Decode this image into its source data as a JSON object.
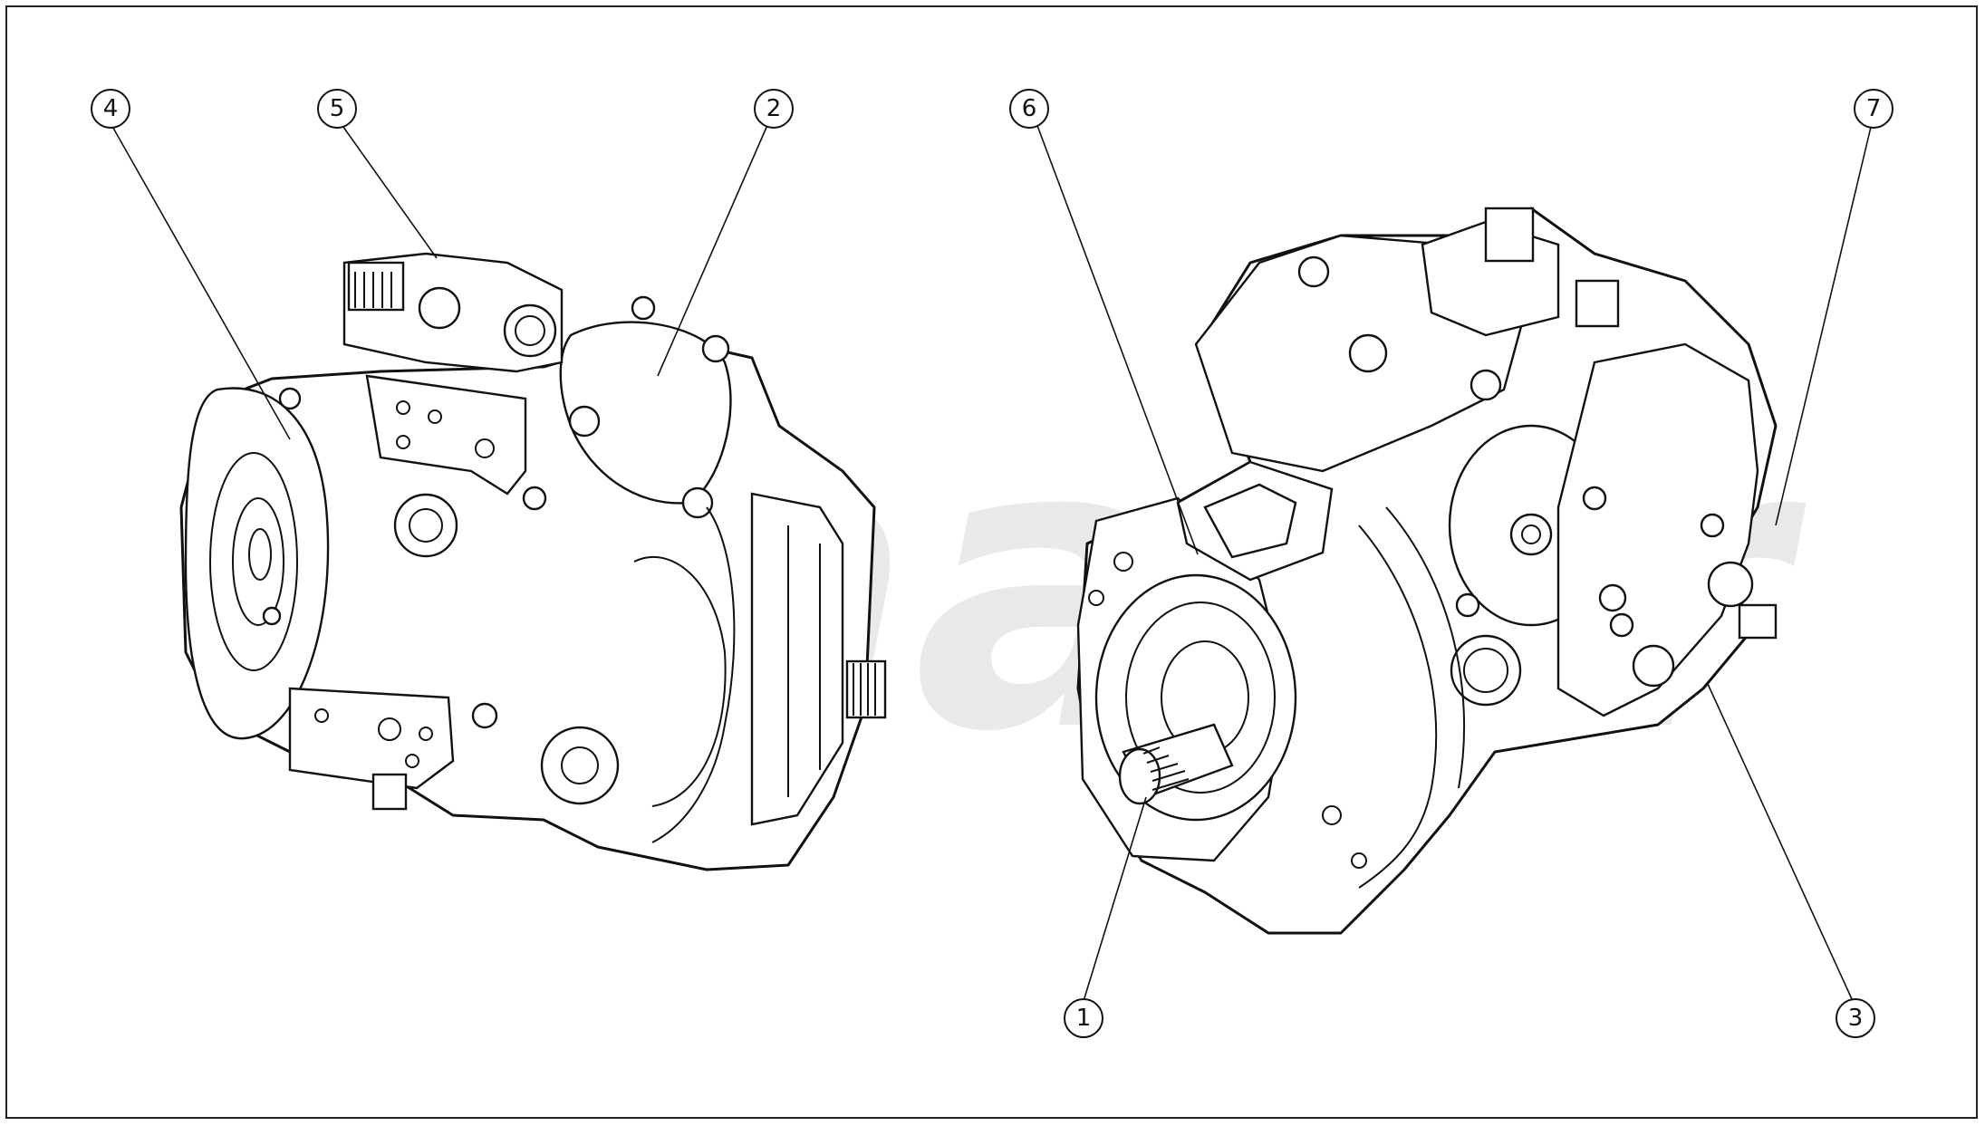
{
  "watermark_text": "Whaler",
  "callouts": [
    {
      "id": "4",
      "label": "4"
    },
    {
      "id": "5",
      "label": "5"
    },
    {
      "id": "2",
      "label": "2"
    },
    {
      "id": "6",
      "label": "6"
    },
    {
      "id": "7",
      "label": "7"
    },
    {
      "id": "1",
      "label": "1"
    },
    {
      "id": "3",
      "label": "3"
    }
  ],
  "colors": {
    "line": "#111111",
    "watermark": "#e9e9e9",
    "background": "#ffffff"
  }
}
